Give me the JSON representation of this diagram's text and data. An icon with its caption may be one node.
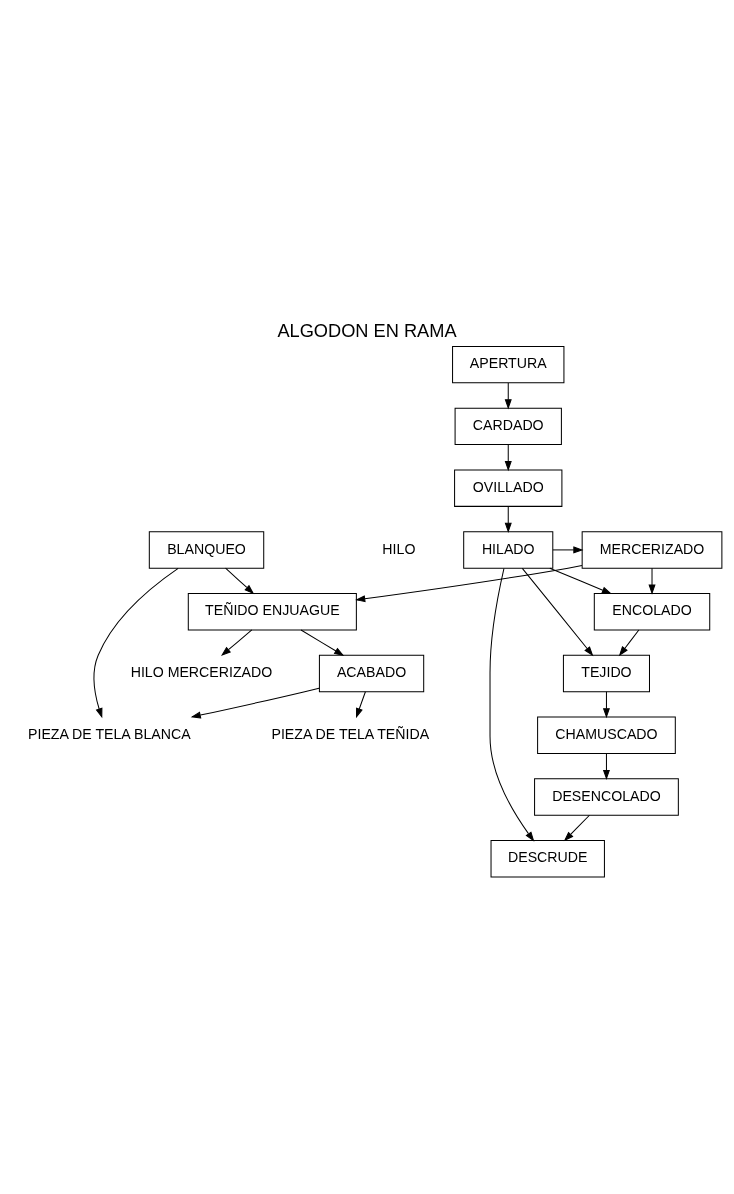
{
  "diagram": {
    "title": "ALGODON EN RAMA",
    "nodes": [
      {
        "text": [
          "APERTURA"
        ]
      },
      {
        "text": [
          "CARDADO"
        ]
      },
      {
        "text": [
          "OVILLADO"
        ]
      },
      {
        "text": [
          "HILADO"
        ]
      },
      {
        "text": [
          "MERCERIZADO"
        ]
      },
      {
        "text": [
          "ENCOLADO"
        ]
      },
      {
        "text": [
          "TEJIDO"
        ]
      },
      {
        "text": [
          "CHAMUSCADO"
        ]
      },
      {
        "text": [
          "DESENCOLADO"
        ]
      },
      {
        "text": [
          "DESCRUDE"
        ]
      },
      {
        "text": [
          "BLANQUEO"
        ]
      },
      {
        "text": [
          "TEÑIDO ENJUAGUE"
        ]
      },
      {
        "text": [
          "ACABADO"
        ]
      },
      {
        "text": [
          "PIEZA DE TELA BLANCA"
        ]
      },
      {
        "text": [
          "HILO MERCERIZADO"
        ]
      },
      {
        "text": [
          "PIEZA DE TELA TEÑIDA"
        ]
      }
    ],
    "edges": [
      {
        "from": 0,
        "to": 1,
        "arrow": "to"
      },
      {
        "from": 1,
        "to": 2,
        "arrow": "to"
      },
      {
        "from": 2,
        "to": 3,
        "arrow": "to"
      },
      {
        "from": 3,
        "to": 4,
        "arrow": "to"
      },
      {
        "from": 3,
        "to": 5,
        "arrow": "to"
      },
      {
        "from": 4,
        "to": 5,
        "arrow": "to"
      },
      {
        "from": 4,
        "to": 11,
        "arrow": "to"
      },
      {
        "from": 3,
        "to": 6,
        "arrow": "to"
      },
      {
        "from": 3,
        "to": 9,
        "arrow": "to"
      },
      {
        "from": 5,
        "to": 6,
        "arrow": "to"
      },
      {
        "from": 6,
        "to": 7,
        "arrow": "to"
      },
      {
        "from": 7,
        "to": 8,
        "arrow": "to"
      },
      {
        "from": 8,
        "to": 9,
        "arrow": "to"
      },
      {
        "from": 10,
        "to": 13,
        "arrow": "to"
      },
      {
        "from": 10,
        "to": 11,
        "arrow": "to"
      },
      {
        "from": 11,
        "to": 12,
        "arrow": "to"
      },
      {
        "from": 11,
        "to": 14,
        "arrow": "to"
      },
      {
        "from": 12,
        "to": 13,
        "arrow": "to"
      },
      {
        "from": 12,
        "to": 15,
        "arrow": "to"
      }
    ],
    "labels": [
      "HILO"
    ]
  }
}
